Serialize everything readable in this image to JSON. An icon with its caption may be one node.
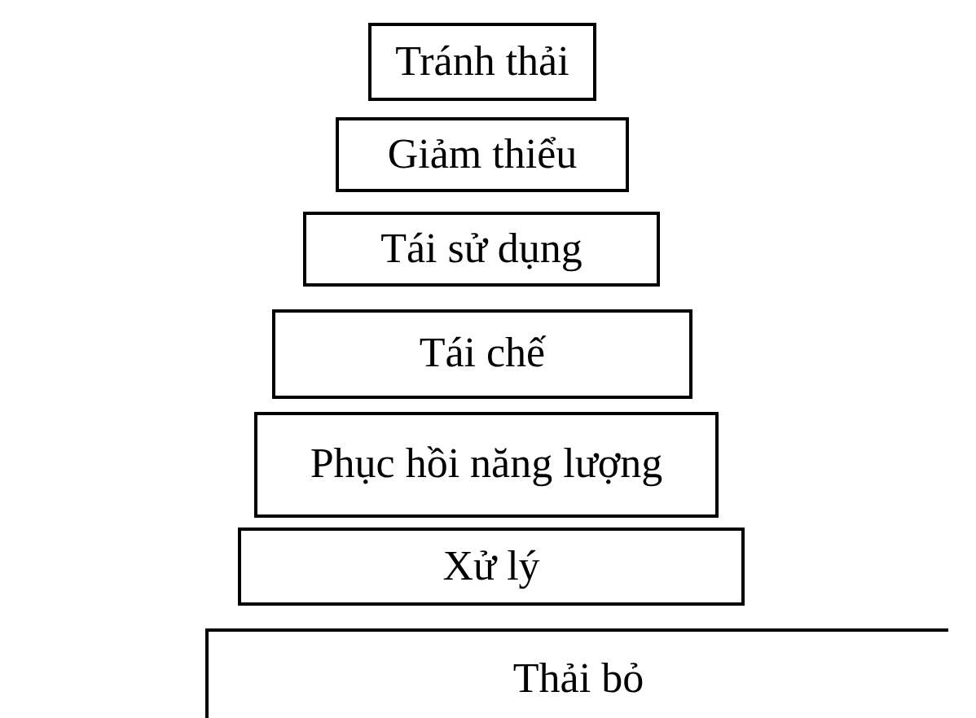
{
  "diagram": {
    "nodes": [
      {
        "text": [
          "Tránh thải"
        ]
      },
      {
        "text": [
          "Giảm thiểu"
        ]
      },
      {
        "text": [
          "Tái sử dụng"
        ]
      },
      {
        "text": [
          "Tái chế"
        ]
      },
      {
        "text": [
          "Phục hồi năng lượng"
        ]
      },
      {
        "text": [
          "Xử lý"
        ]
      },
      {
        "text": [
          "Thải bỏ"
        ]
      }
    ]
  }
}
